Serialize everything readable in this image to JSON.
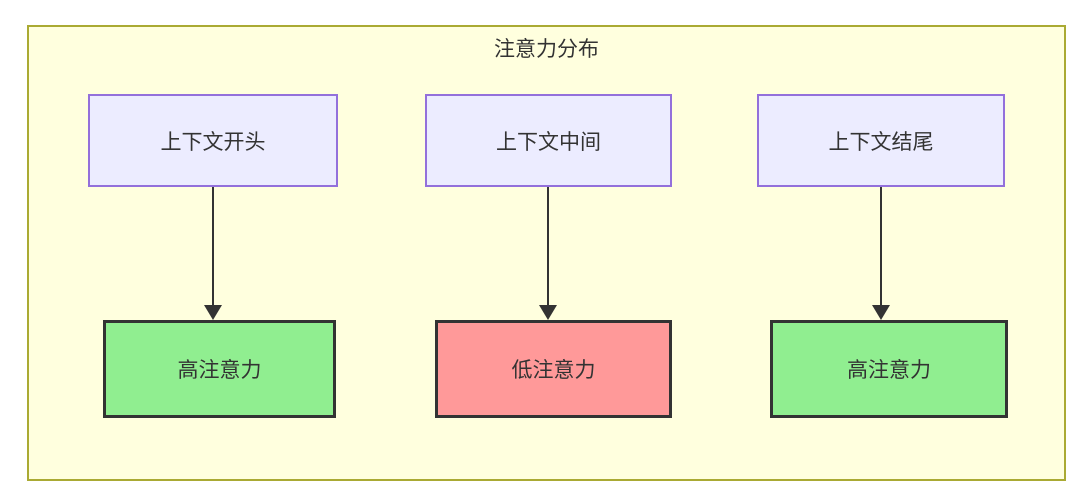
{
  "diagram": {
    "title": "注意力分布",
    "top_nodes": [
      {
        "id": "A",
        "label": "上下文开头"
      },
      {
        "id": "B",
        "label": "上下文中间"
      },
      {
        "id": "C",
        "label": "上下文结尾"
      }
    ],
    "bottom_nodes": [
      {
        "id": "D",
        "label": "高注意力",
        "level": "high"
      },
      {
        "id": "E",
        "label": "低注意力",
        "level": "low"
      },
      {
        "id": "F",
        "label": "高注意力",
        "level": "high"
      }
    ],
    "edges": [
      {
        "from": "上下文开头",
        "to": "高注意力"
      },
      {
        "from": "上下文中间",
        "to": "低注意力"
      },
      {
        "from": "上下文结尾",
        "to": "高注意力"
      }
    ],
    "colors": {
      "frame_fill": "#ffffde",
      "frame_border": "#aaaa33",
      "top_node_fill": "#ececff",
      "top_node_border": "#9370db",
      "high_attention_fill": "#90ee90",
      "low_attention_fill": "#ff9999",
      "bottom_node_border": "#333333",
      "text": "#333333",
      "arrow": "#333333"
    }
  }
}
